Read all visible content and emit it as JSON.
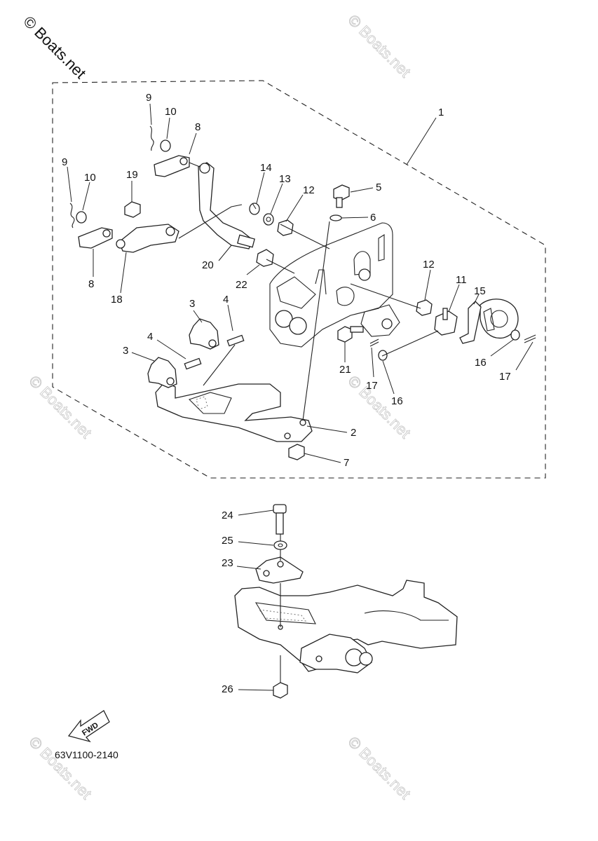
{
  "copyright": "© Boats.net",
  "watermark": "© Boats.net",
  "drawing_code": "63V1100-2140",
  "fwd_label": "FWD",
  "callouts": {
    "c1": "1",
    "c2": "2",
    "c3a": "3",
    "c3b": "3",
    "c4a": "4",
    "c4b": "4",
    "c5": "5",
    "c6": "6",
    "c7": "7",
    "c8a": "8",
    "c8b": "8",
    "c9a": "9",
    "c9b": "9",
    "c10a": "10",
    "c10b": "10",
    "c11": "11",
    "c12a": "12",
    "c12b": "12",
    "c13": "13",
    "c14": "14",
    "c15": "15",
    "c16a": "16",
    "c16b": "16",
    "c17a": "17",
    "c17b": "17",
    "c18": "18",
    "c19": "19",
    "c20": "20",
    "c21": "21",
    "c22": "22",
    "c23": "23",
    "c24": "24",
    "c25": "25",
    "c26": "26"
  }
}
